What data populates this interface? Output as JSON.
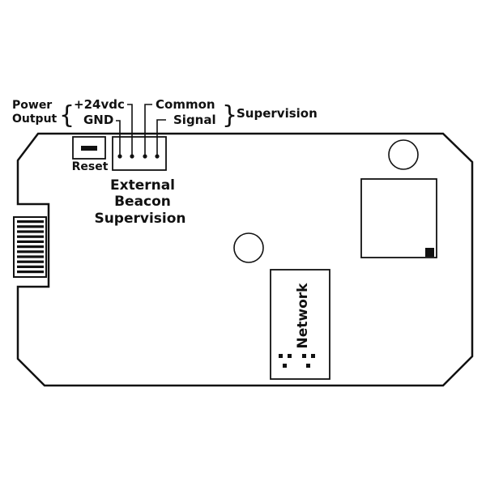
{
  "labels": {
    "power_output_line1": "Power",
    "power_output_line2": "Output",
    "plus_24vdc": "+24vdc",
    "gnd": "GND",
    "common": "Common",
    "signal": "Signal",
    "supervision": "Supervision",
    "reset": "Reset",
    "external_beacon_line1": "External",
    "external_beacon_line2": "Beacon",
    "external_beacon_line3": "Supervision",
    "network": "Network"
  },
  "brace_glyph_left": "{",
  "brace_glyph_right": "}",
  "colors": {
    "line": "#111111",
    "background": "#ffffff"
  }
}
